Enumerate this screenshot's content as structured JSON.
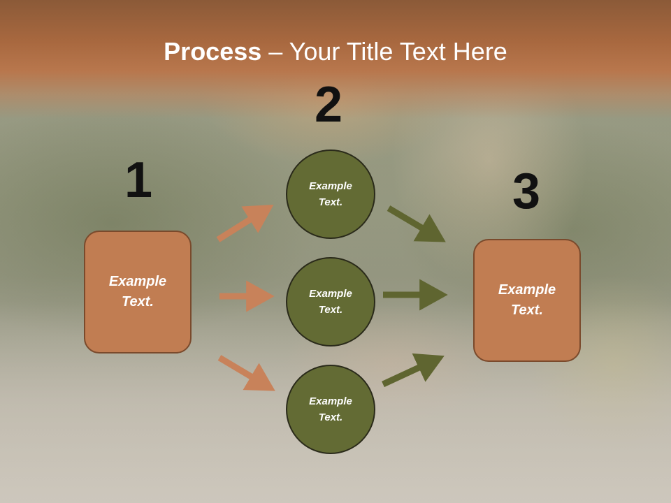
{
  "slide": {
    "title_bold": "Process",
    "title_rest": " – Your Title Text Here"
  },
  "steps": [
    {
      "number": "1",
      "label": "Example Text."
    },
    {
      "number": "2",
      "items": [
        "Example Text.",
        "Example Text.",
        "Example Text."
      ]
    },
    {
      "number": "3",
      "label": "Example Text."
    }
  ],
  "colors": {
    "header": "#a8683f",
    "box_fill": "#c17d52",
    "box_border": "#7a4a2c",
    "circle_fill": "#636b34",
    "arrow_orange": "#c8825a",
    "arrow_olive": "#5f6530",
    "number_text": "#111111"
  }
}
